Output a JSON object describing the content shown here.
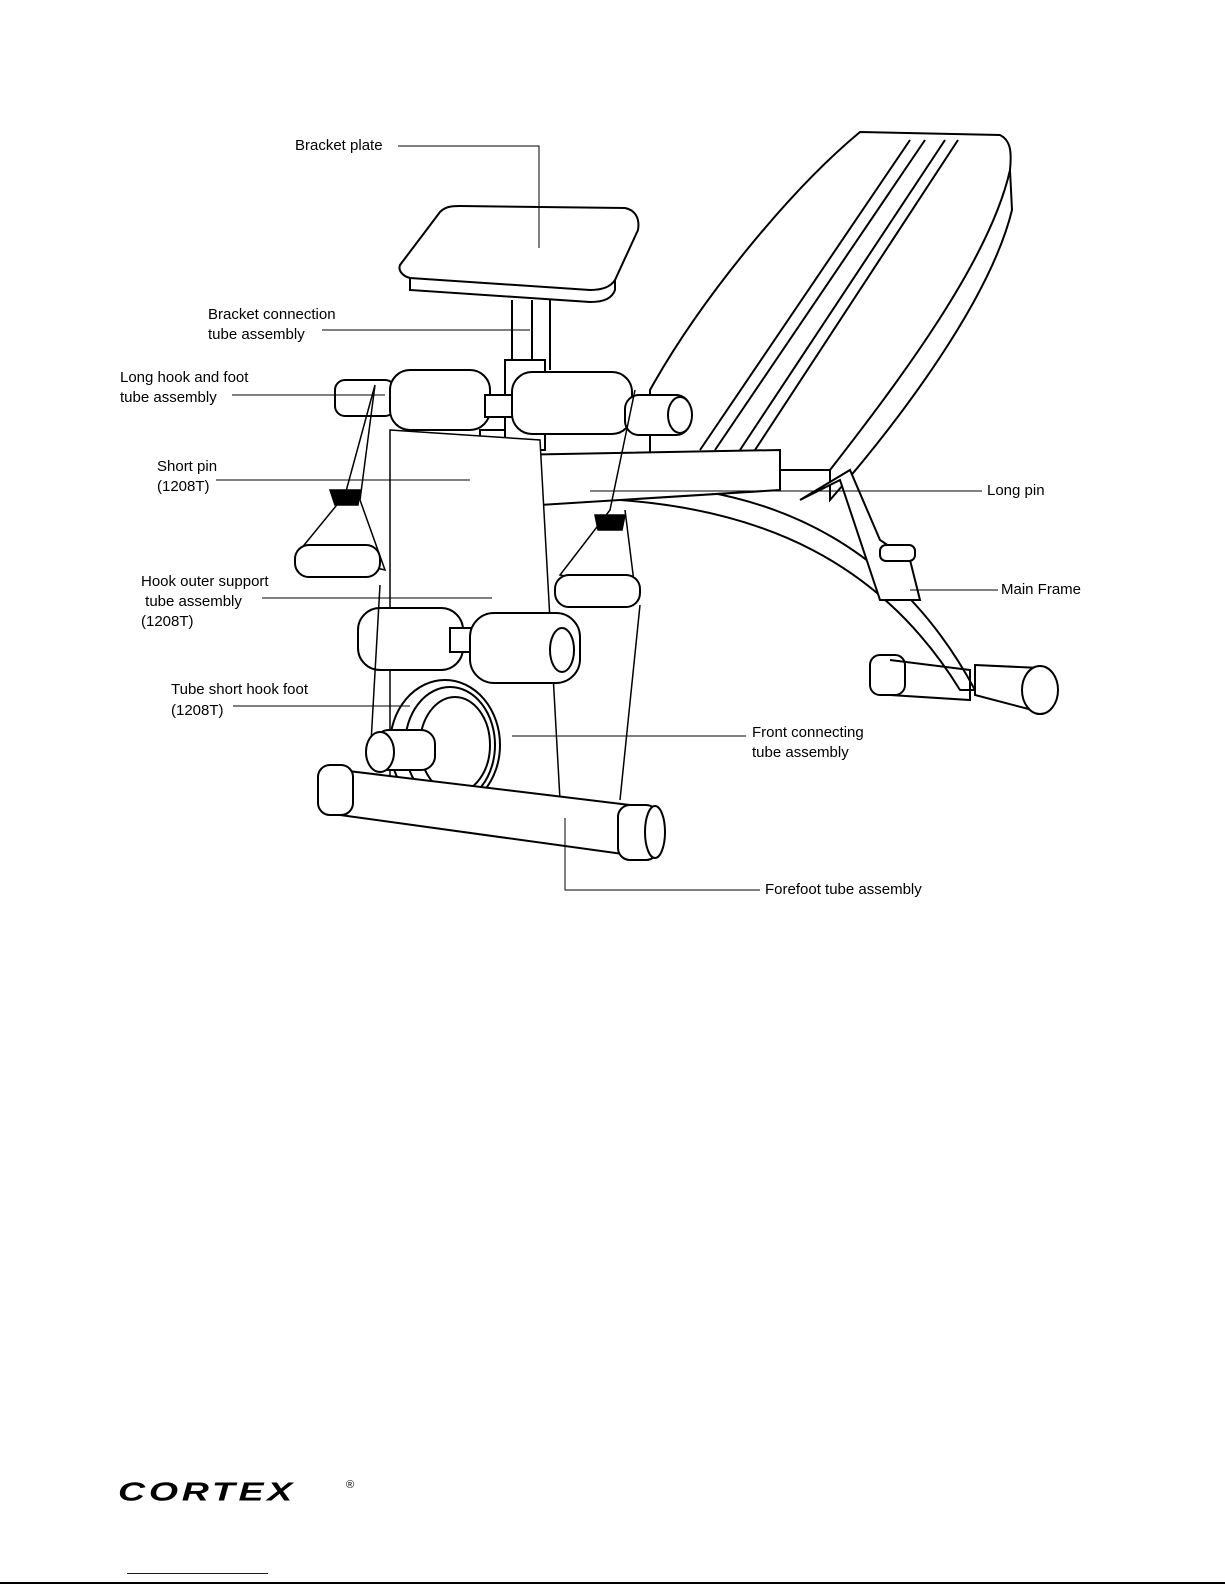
{
  "diagram": {
    "labels": {
      "bracket_plate": "Bracket plate",
      "bracket_connection_1": "Bracket connection",
      "bracket_connection_2": "tube assembly",
      "long_hook_1": "Long hook and foot",
      "long_hook_2": "tube assembly",
      "short_pin_1": "Short pin",
      "short_pin_2": "(1208T)",
      "hook_outer_1": "Hook outer support",
      "hook_outer_2": " tube assembly",
      "hook_outer_3": "(1208T)",
      "tube_short_1": "Tube short hook foot",
      "tube_short_2": "(1208T)",
      "front_connecting_1": "Front connecting",
      "front_connecting_2": "tube assembly",
      "forefoot": "Forefoot tube assembly",
      "long_pin": "Long pin",
      "main_frame": "Main Frame"
    }
  },
  "footer": {
    "brand": "CORTEX",
    "registered": "®"
  }
}
